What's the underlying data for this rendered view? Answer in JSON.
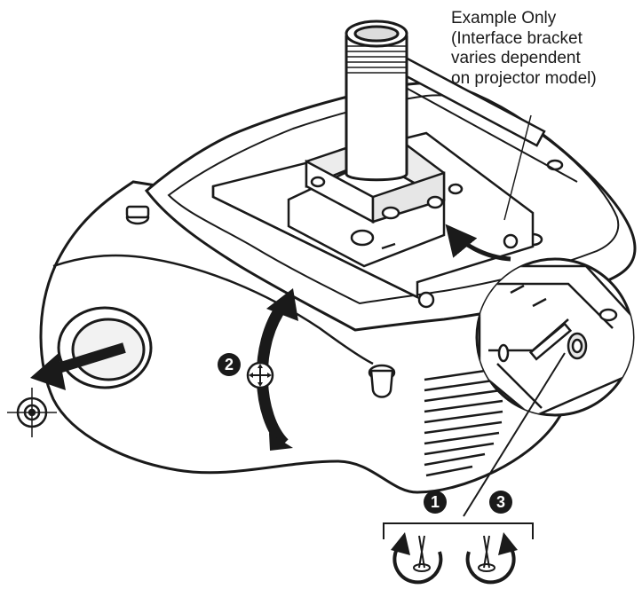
{
  "callout": {
    "lines": [
      "Example Only",
      "(Interface bracket",
      "varies dependent",
      "on projector model)"
    ]
  },
  "steps": [
    {
      "number": "1",
      "meaning": "loosen-screw"
    },
    {
      "number": "2",
      "meaning": "adjust-rotation"
    },
    {
      "number": "3",
      "meaning": "tighten-screw"
    }
  ],
  "icons": {
    "lens_target": "crosshair-target-icon",
    "adjust": "four-way-arrow-icon",
    "loosen": "counterclockwise-screw-icon",
    "tighten": "clockwise-screw-icon"
  },
  "colors": {
    "ink": "#1a1a1a",
    "body_fill": "#ffffff",
    "shade": "#d9d9d9"
  }
}
